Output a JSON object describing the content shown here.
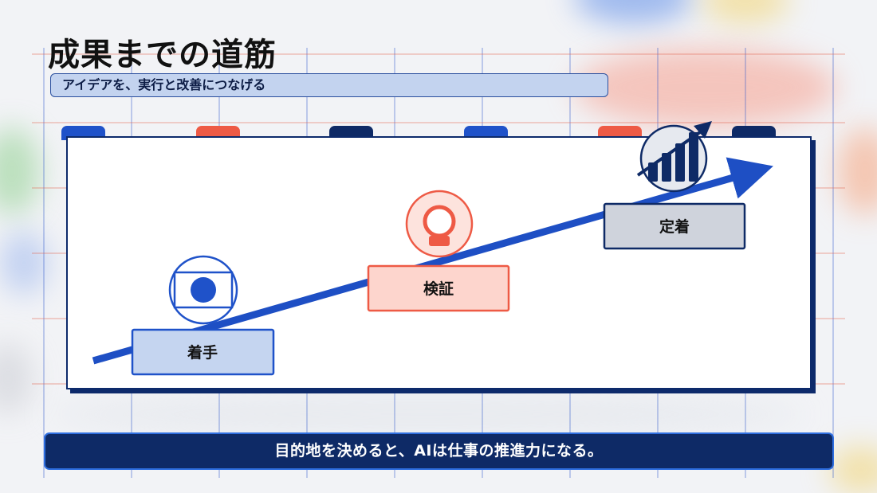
{
  "slide": {
    "title": "成果までの道筋",
    "subtitle": "アイデアを、実行と改善につなげる",
    "footer": "目的地を決めると、AIは仕事の推進力になる。"
  },
  "steps": [
    {
      "label": "着手",
      "icon": "target-frame-icon",
      "fill": "#c5d5f0",
      "stroke": "#1f52c9"
    },
    {
      "label": "検証",
      "icon": "magnifier-loop-icon",
      "fill": "#fdd5cd",
      "stroke": "#ee5a45"
    },
    {
      "label": "定着",
      "icon": "growth-chart-icon",
      "fill": "#cfd3dc",
      "stroke": "#0e2a66"
    }
  ],
  "colors": {
    "navy": "#0e2a66",
    "blue": "#1f52c9",
    "coral": "#ee5a45",
    "arrow": "#1e4fc4"
  }
}
